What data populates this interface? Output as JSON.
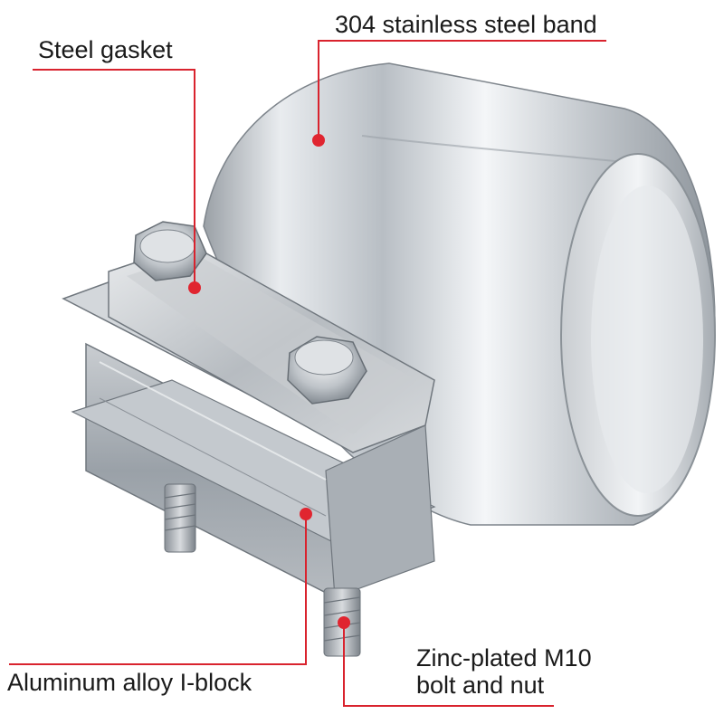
{
  "callouts": {
    "band": "304 stainless steel band",
    "gasket": "Steel gasket",
    "block": "Aluminum alloy I-block",
    "bolt_line1": "Zinc-plated M10",
    "bolt_line2": "bolt and nut"
  },
  "colors": {
    "callout_line": "#d9232e",
    "callout_dot": "#e02530",
    "text": "#1a1a1a",
    "background": "#ffffff"
  }
}
